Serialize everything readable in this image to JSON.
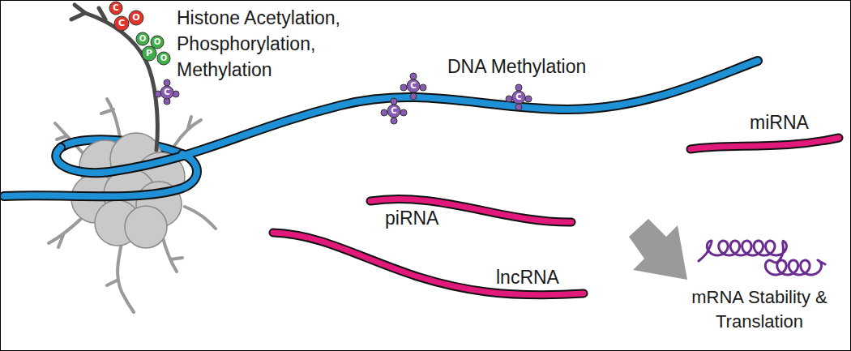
{
  "diagram": {
    "labels": [
      "Histone Acetylation, Phosphorylation, Methylation",
      "DNA Methylation",
      "miRNA",
      "piRNA",
      "lncRNA",
      "mRNA Stability & Translation",
      "C",
      "C",
      "O",
      "O",
      "O",
      "P",
      "O",
      "C",
      "C",
      "C",
      "C"
    ]
  }
}
